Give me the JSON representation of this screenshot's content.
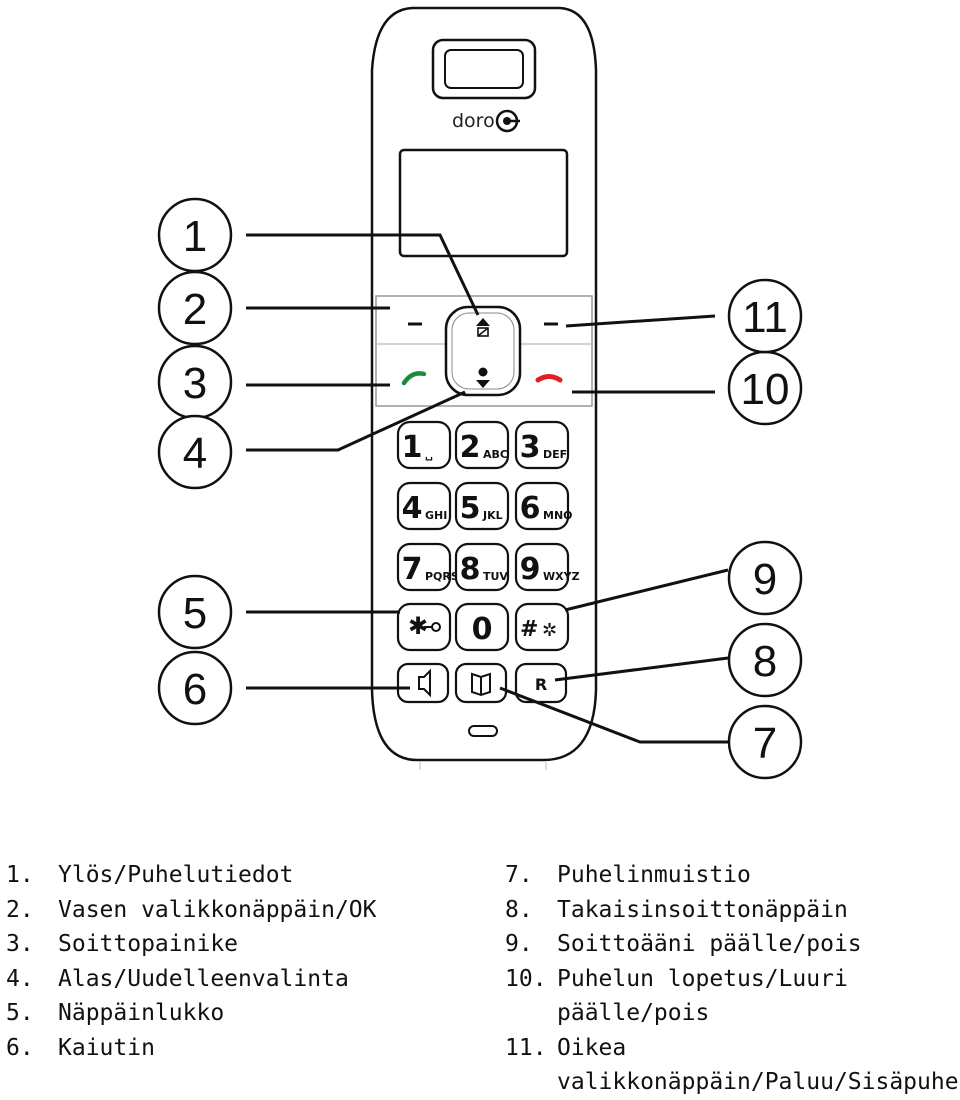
{
  "phone": {
    "logo": "doro",
    "keys": [
      {
        "main": "1",
        "sub": "␣"
      },
      {
        "main": "2",
        "sub": "ABC"
      },
      {
        "main": "3",
        "sub": "DEF"
      },
      {
        "main": "4",
        "sub": "GHI"
      },
      {
        "main": "5",
        "sub": "JKL"
      },
      {
        "main": "6",
        "sub": "MNO"
      },
      {
        "main": "7",
        "sub": "PQRS"
      },
      {
        "main": "8",
        "sub": "TUV"
      },
      {
        "main": "9",
        "sub": "WXYZ"
      },
      {
        "main": "0",
        "sub": ""
      }
    ],
    "r_key": "R"
  },
  "callouts": [
    "1",
    "2",
    "3",
    "4",
    "5",
    "6",
    "7",
    "8",
    "9",
    "10",
    "11"
  ],
  "legend": {
    "left": [
      {
        "num": "1.",
        "text": "Ylös/Puhelutiedot"
      },
      {
        "num": "2.",
        "text": "Vasen valikkonäppäin/OK"
      },
      {
        "num": "3.",
        "text": "Soittopainike"
      },
      {
        "num": "4.",
        "text": "Alas/Uudelleenvalinta"
      },
      {
        "num": "5.",
        "text": "Näppäinlukko"
      },
      {
        "num": "6.",
        "text": "Kaiutin"
      }
    ],
    "right": [
      {
        "num": "7.",
        "text": "Puhelinmuistio"
      },
      {
        "num": "8.",
        "text": "Takaisinsoittonäppäin"
      },
      {
        "num": "9.",
        "text": "Soittoääni päälle/pois"
      },
      {
        "num": "10.",
        "text": "Puhelun lopetus/Luuri päälle/pois"
      },
      {
        "num": "11.",
        "text": "Oikea valikkonäppäin/Paluu/Sisäpuhelu"
      }
    ]
  },
  "colors": {
    "call_green": "#1e8a3c",
    "end_red": "#e02020",
    "ink": "#111111"
  }
}
